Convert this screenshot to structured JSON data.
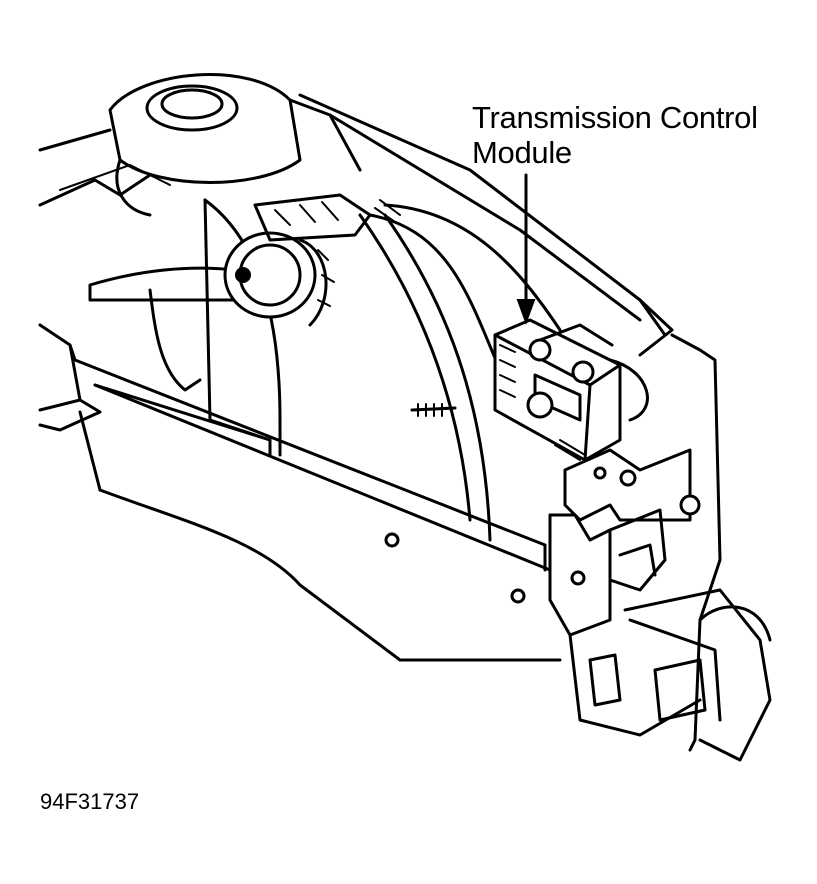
{
  "callout": {
    "line1": "Transmission Control",
    "line2": "Module"
  },
  "figure_id": "94F31737"
}
